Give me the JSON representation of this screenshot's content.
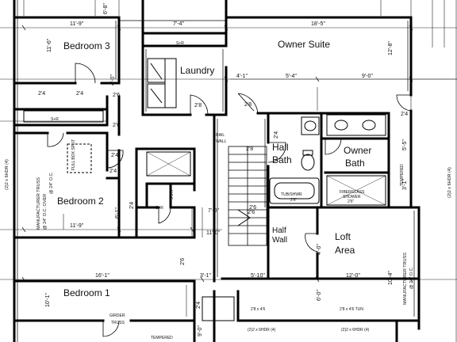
{
  "plan": {
    "rooms": {
      "bedroom3": "Bedroom 3",
      "owner_suite": "Owner Suite",
      "laundry": "Laundry",
      "hall_bath_1": "Hall",
      "hall_bath_2": "Bath",
      "owner_bath_1": "Owner",
      "owner_bath_2": "Bath",
      "bedroom2": "Bedroom 2",
      "half_wall_1": "Half",
      "half_wall_2": "Wall",
      "loft_1": "Loft",
      "loft_2": "Area",
      "bedroom1": "Bedroom 1"
    },
    "dimensions": {
      "d_11_9_top": "11'-9\"",
      "d_6_8_top": "6'-8\"",
      "d_7_4_top": "7'-4\"",
      "d_18_5": "18'-5\"",
      "d_11_6": "11'-6\"",
      "d_12_8": "12'-8\"",
      "d_4_0": "4'-0\"",
      "d_4_1": "4'-1\"",
      "d_5_4": "5'-4\"",
      "d_9_0": "9'-0\"",
      "d_9_0_side": "9'-0\"",
      "d_5_5": "5'-5\"",
      "d_3_1": "3'-1\"",
      "d_11_9_mid": "11'-9\"",
      "d_7_0": "7'-0\"",
      "d_11_0": "11'-0\"",
      "d_4_0_loft": "4'-0\"",
      "d_6_0": "6'-0\"",
      "d_10_4": "10'-4\"",
      "d_16_1": "16'-1\"",
      "d_3_1_low": "3'-1\"",
      "d_5_10": "5'-10\"",
      "d_12_0": "12'-0\"",
      "d_10_1": "10'-1\"",
      "d_6_1": "6'-1\""
    },
    "door_sizes": {
      "ds_24_a": "2'4",
      "ds_24_b": "2'4",
      "ds_26_a": "2'6",
      "ds_28_a": "2'8",
      "ds_28_b": "2'8",
      "ds_26_b": "2'6",
      "ds_24_c": "2'4",
      "ds_24_d": "2'4",
      "ds_24_e": "2'4",
      "ds_24_f": "2'4",
      "ds_26_c": "2'6",
      "ds_24_g": "2'4",
      "ds_24_h": "2'4",
      "ds_26_d": "2'6",
      "ds_28_c": "2'8",
      "ds_26_e": "2'6"
    },
    "notes": {
      "shelf_laundry": "S+R",
      "shelf_b3": "S+R",
      "shelf_b2": "5 S R",
      "shelf_b2b": "S+R",
      "rail_1": "RAIL",
      "rail_2": "WALL",
      "girder_1": "GIRDER",
      "girder_2": "TRUSS",
      "tub_hall": "TUB/SHWR",
      "tub_hall_2": "2'6\"",
      "fiberglass_1": "FIBERGLASS",
      "fiberglass_2": "SHOWER",
      "fiberglass_3": "2'6\"",
      "tempered_right": "TEMPERED",
      "tempered_bottom": "TEMPERED",
      "tub_window_1": "2'8 x 4'6",
      "tub_window_2": "2'8 x 4'6  TUN",
      "header_bottom_1": "(2)2 x 6HDR (4)",
      "header_bottom_2": "(2)2 x 6HDR (4)",
      "header_left": "(2)2 x 6HDR (4)",
      "header_right": "(2)2 x 6HDR (4)",
      "truss_left_1": "MANUFACTURER TRUSS",
      "truss_left_2": "@ 24\" O.C. OVER",
      "truss_left_3": "@ 24\" O.C.",
      "truss_right_1": "MANUFACTURER TRUSS",
      "truss_right_2": "@ 24\" O.C.",
      "closet_label": "FULL BOX SPLIT"
    }
  }
}
